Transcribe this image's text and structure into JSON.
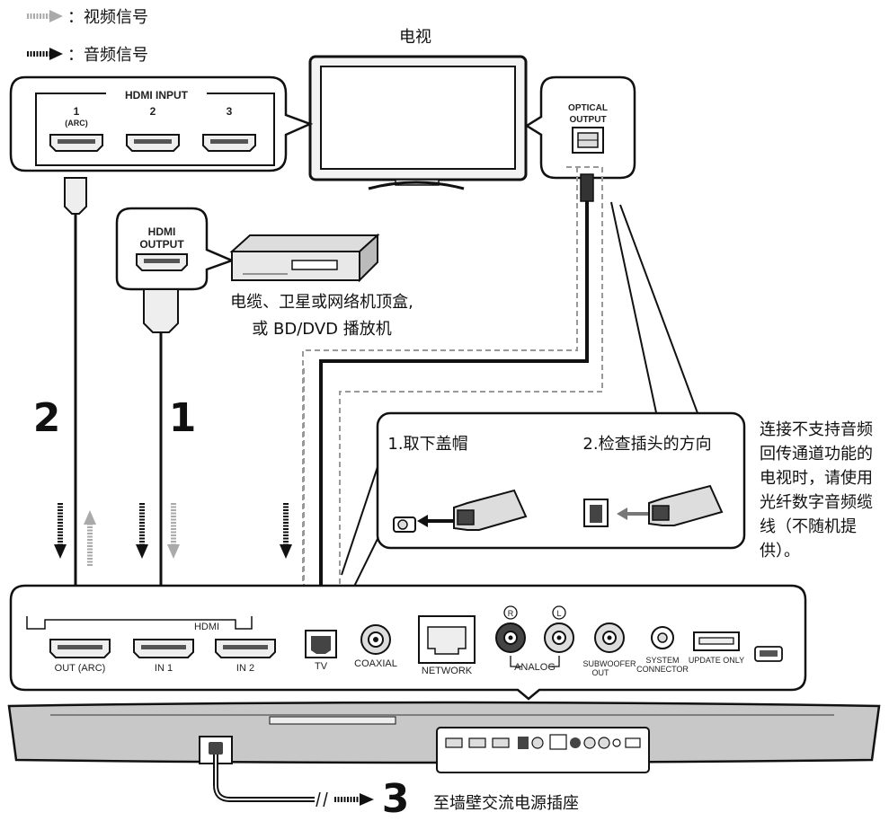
{
  "legend": {
    "video_label": "：视频信号",
    "audio_label": "：音频信号"
  },
  "tv": {
    "label": "电视"
  },
  "hdmi_input_panel": {
    "title": "HDMI INPUT",
    "port1": "1",
    "port1_sub": "(ARC)",
    "port2": "2",
    "port3": "3"
  },
  "optical_panel": {
    "line1": "OPTICAL",
    "line2": "OUTPUT"
  },
  "hdmi_output_panel": {
    "line1": "HDMI",
    "line2": "OUTPUT"
  },
  "source_device": {
    "line1": "电缆、卫星或网络机顶盒,",
    "line2": "或 BD/DVD 播放机"
  },
  "steps": {
    "step1": "1",
    "step2": "2",
    "step3": "3"
  },
  "inset": {
    "step1_label": "1.取下盖帽",
    "step2_label": "2.检查插头的方向"
  },
  "note_lines": [
    "连接不支持音频",
    "回传通道功能的",
    "电视时，请使用",
    "光纤数字音频缆",
    "线（不随机提",
    "供）。"
  ],
  "rear_panel": {
    "hdmi_group": "HDMI",
    "out_arc": "OUT (ARC)",
    "in1": "IN 1",
    "in2": "IN 2",
    "tv": "TV",
    "coaxial": "COAXIAL",
    "network": "NETWORK",
    "r": "R",
    "l": "L",
    "analog": "ANALOG",
    "subwoofer_1": "SUBWOOFER",
    "subwoofer_2": "OUT",
    "system_1": "SYSTEM",
    "system_2": "CONNECTOR",
    "update_only": "UPDATE ONLY"
  },
  "power": {
    "label": "至墙壁交流电源插座"
  },
  "colors": {
    "video_signal": "#9e9e9e",
    "audio_signal": "#111111",
    "soundbar": "#c8c8c8"
  }
}
